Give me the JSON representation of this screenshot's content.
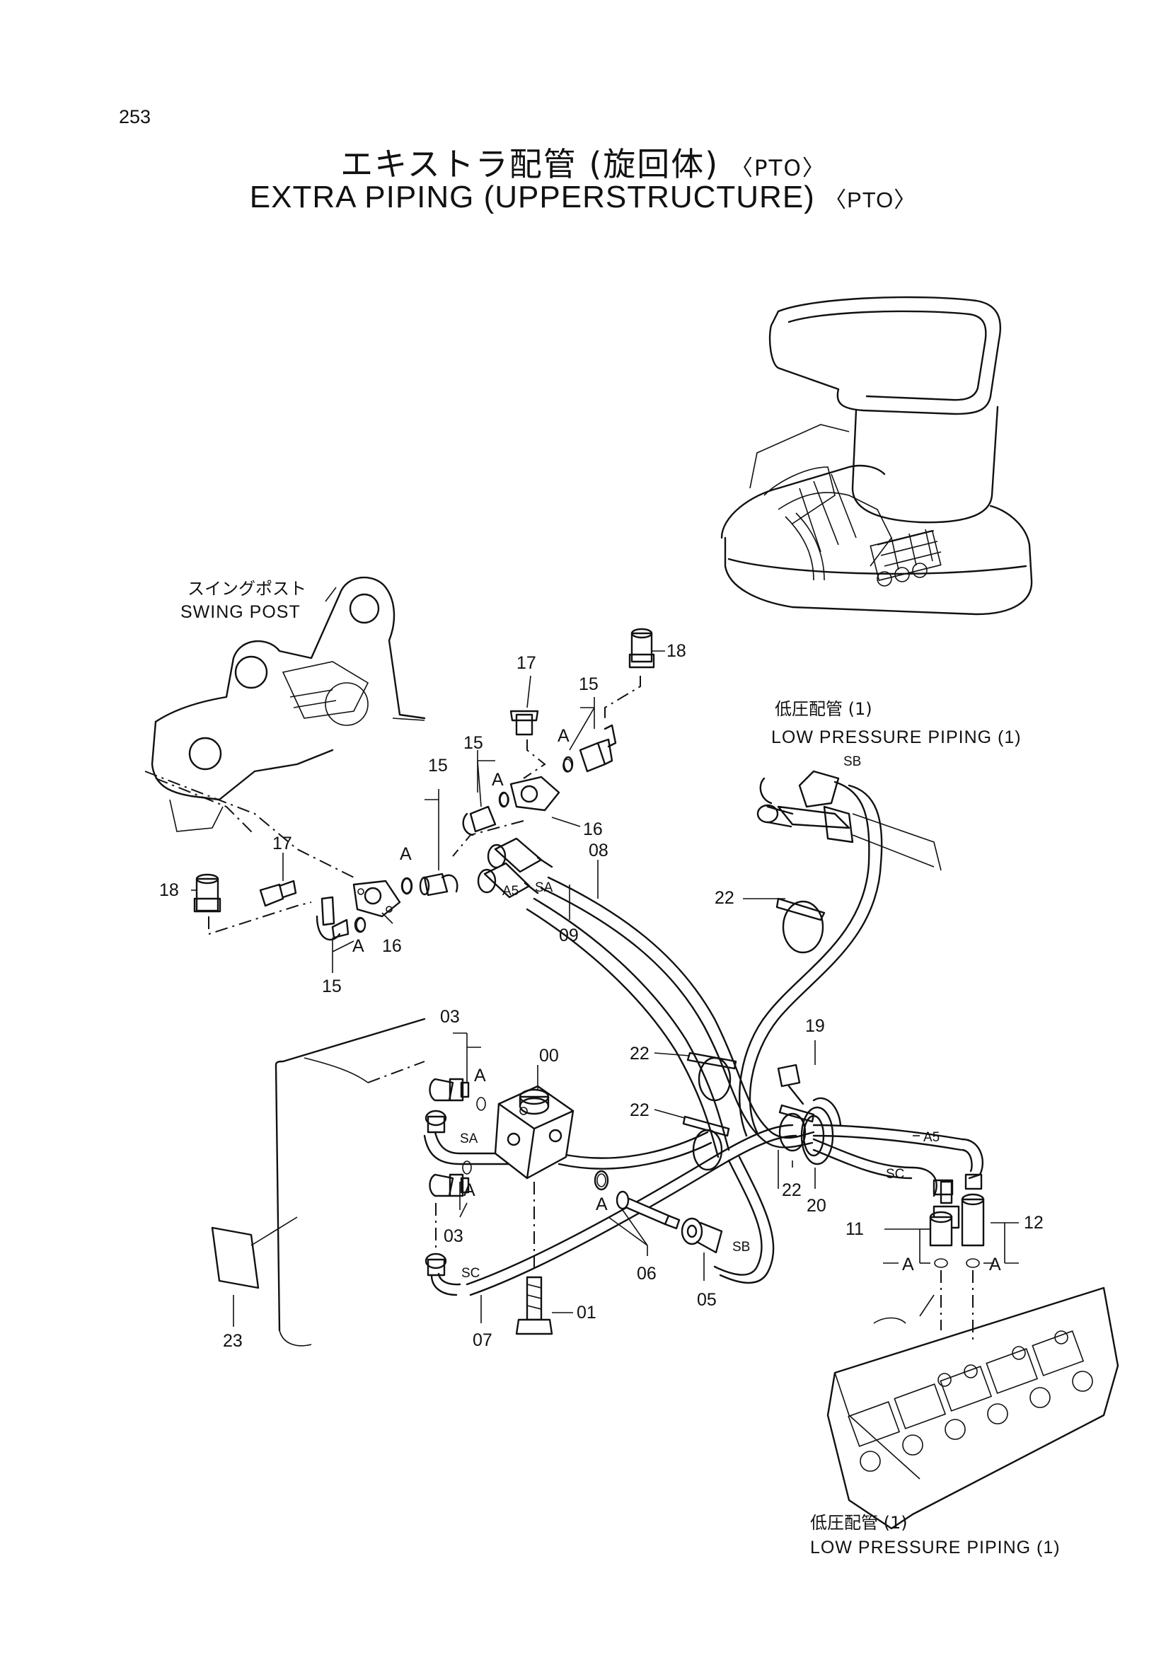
{
  "page_number": "253",
  "title_jp": "エキストラ配管 (旋回体)",
  "title_en": "EXTRA PIPING (UPPERSTRUCTURE)",
  "title_suffix": "〈PTO〉",
  "captions": {
    "swing_post_jp": "スイングポスト",
    "swing_post_en": "SWING POST",
    "low_pressure_jp": "低圧配管 (1)",
    "low_pressure_en": "LOW PRESSURE PIPING (1)"
  },
  "part_numbers": [
    "00",
    "01",
    "03",
    "05",
    "06",
    "07",
    "08",
    "09",
    "11",
    "12",
    "15",
    "16",
    "17",
    "18",
    "19",
    "20",
    "22",
    "23"
  ],
  "connection_tags": [
    "A",
    "SA",
    "SB",
    "SC",
    "A5"
  ]
}
